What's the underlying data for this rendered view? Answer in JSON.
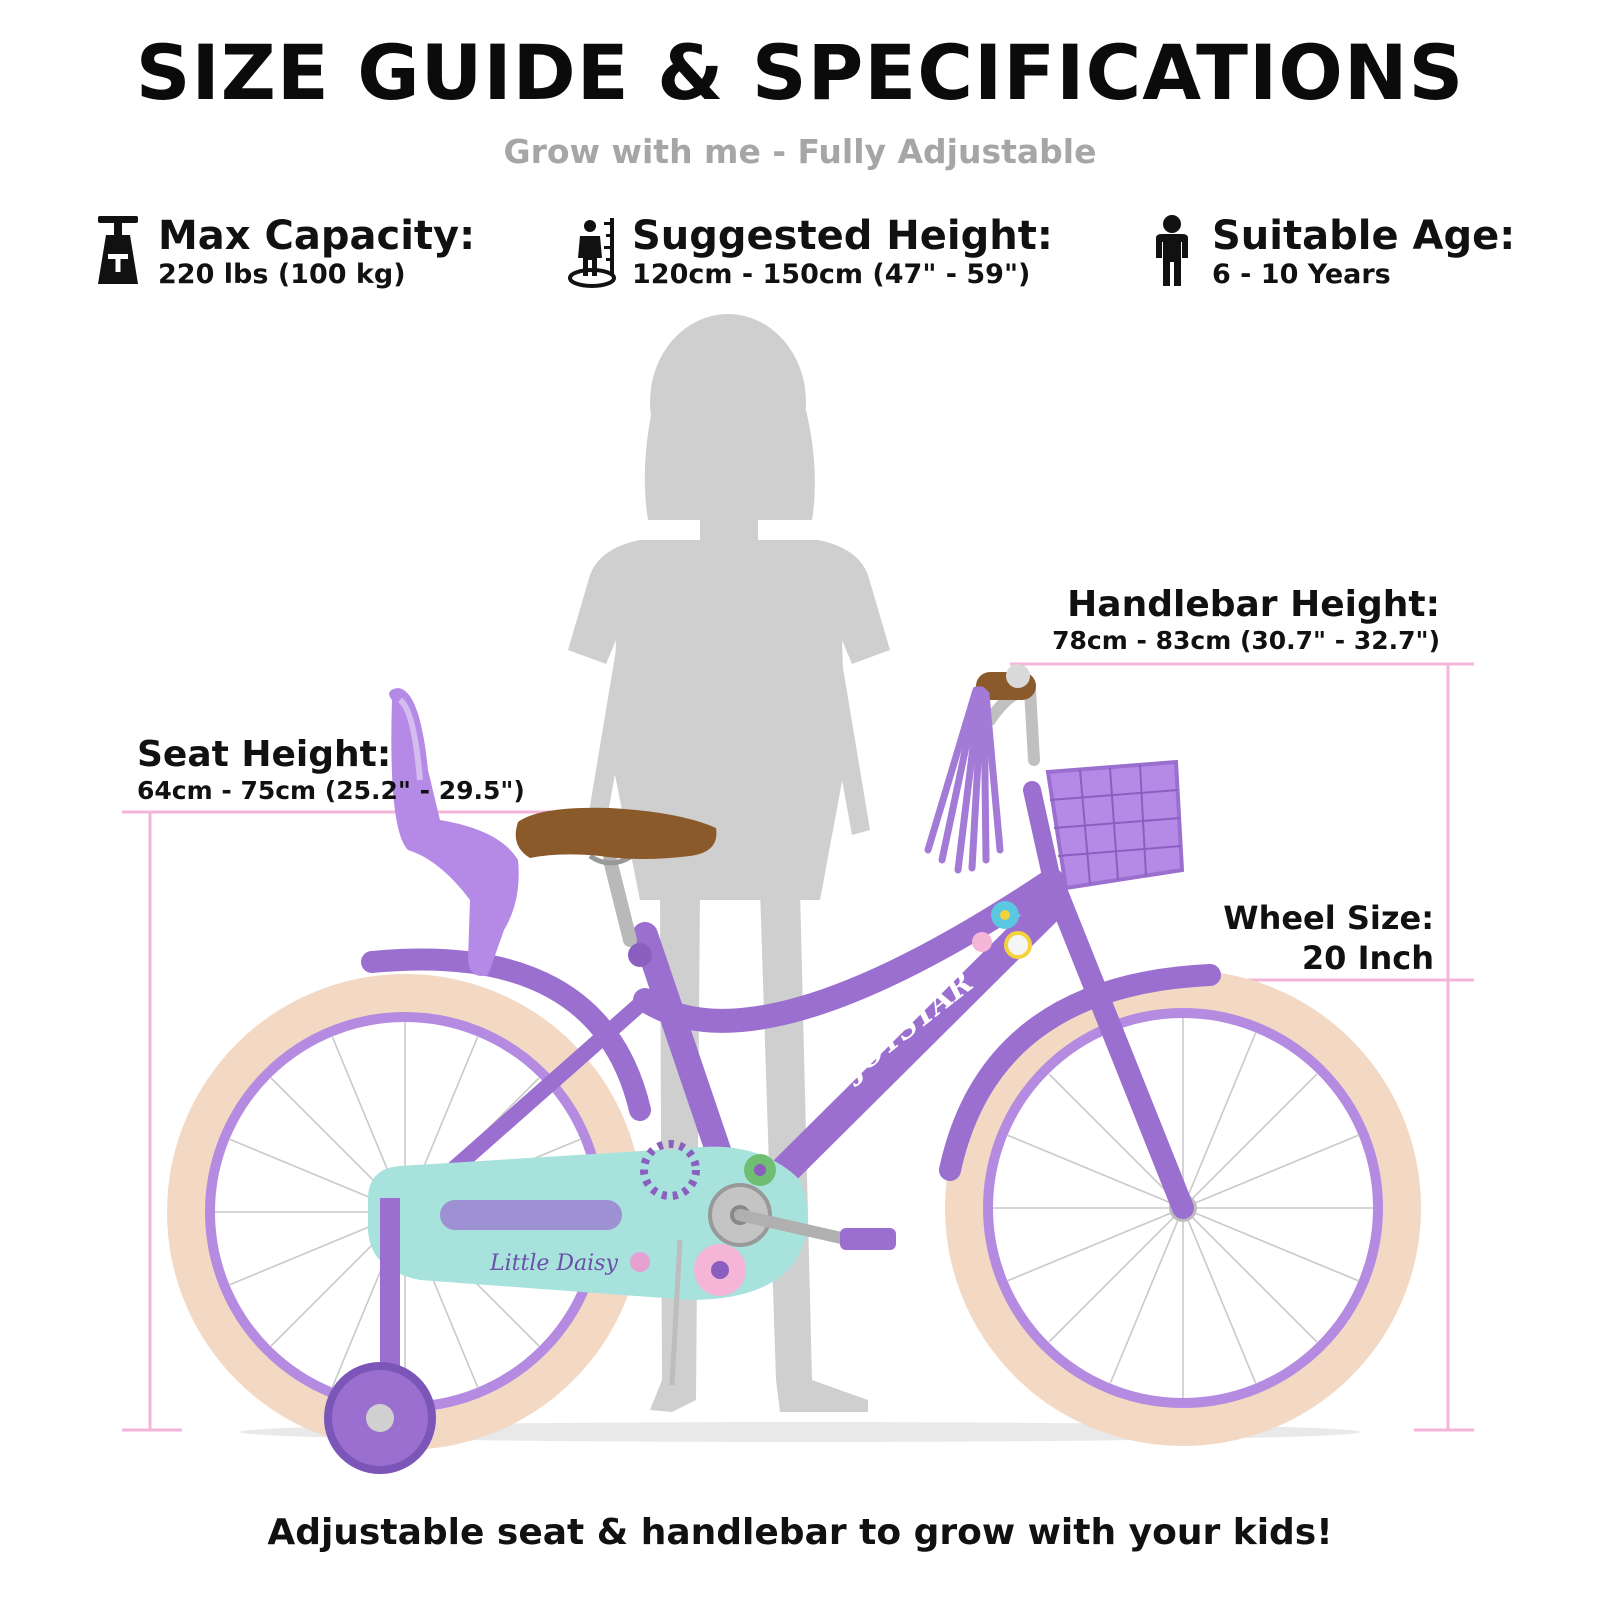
{
  "header": {
    "title": "SIZE GUIDE & SPECIFICATIONS",
    "subtitle": "Grow with me - Fully Adjustable"
  },
  "specs": [
    {
      "icon": "weight-icon",
      "label": "Max Capacity:",
      "value": "220 lbs (100 kg)"
    },
    {
      "icon": "height-measure-icon",
      "label": "Suggested Height:",
      "value": "120cm - 150cm (47\" - 59\")"
    },
    {
      "icon": "child-icon",
      "label": "Suitable Age:",
      "value": "6 - 10 Years"
    }
  ],
  "measurements": {
    "seat": {
      "label": "Seat Height:",
      "value": "64cm - 75cm (25.2\" - 29.5\")"
    },
    "handlebar": {
      "label": "Handlebar Height:",
      "value": "78cm - 83cm (30.7\" - 32.7\")"
    },
    "wheel": {
      "label": "Wheel Size:",
      "value": "20 Inch"
    }
  },
  "brand": {
    "frame_logo": "JOYSTAR",
    "chainguard_logo": "Little Daisy"
  },
  "footer": {
    "tagline": "Adjustable seat & handlebar to grow with your kids!"
  },
  "colors": {
    "frame": "#9a6fcf",
    "tire": "#f3d9c4",
    "rim": "#b48be0",
    "chainguard": "#a8e2dc",
    "saddle": "#8b5a2b",
    "silhouette": "#cfcfcf",
    "guide_line": "#f4b6d8",
    "subtitle": "#a6a6a6"
  }
}
